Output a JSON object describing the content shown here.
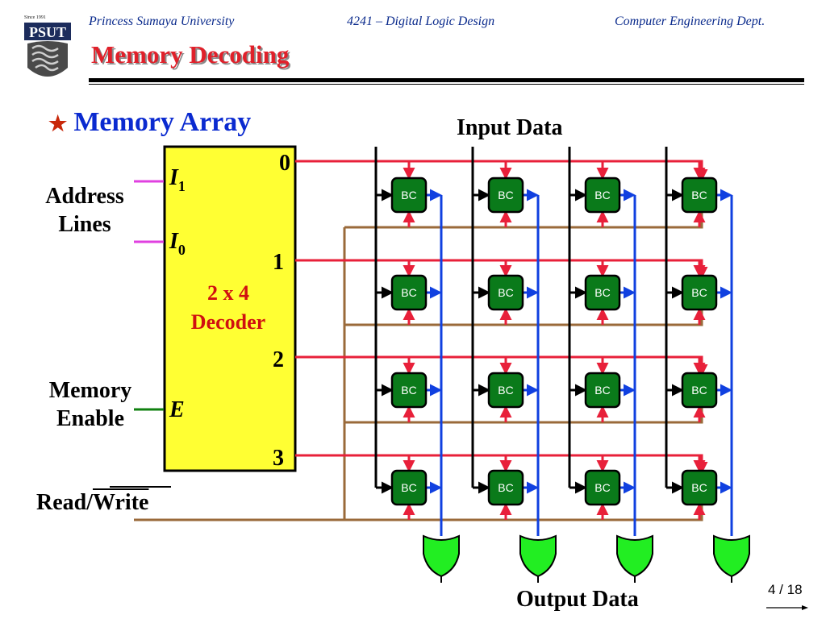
{
  "header": {
    "logo_since": "Since 1991",
    "logo_text": "PSUT",
    "university": "Princess Sumaya University",
    "course": "4241 – Digital Logic Design",
    "department": "Computer Engineering Dept."
  },
  "slide": {
    "title": "Memory Decoding",
    "bullet": "Memory Array"
  },
  "diagram": {
    "input_data_label": "Input Data",
    "output_data_label": "Output Data",
    "address_label": "Address",
    "lines_label": "Lines",
    "memory_label": "Memory",
    "enable_label": "Enable",
    "read_label": "Read/",
    "write_label": "Write",
    "decoder": {
      "line1": "2 x 4",
      "line2": "Decoder",
      "input_i1": "I",
      "input_i1_sub": "1",
      "input_i0": "I",
      "input_i0_sub": "0",
      "enable_input": "E",
      "outputs": [
        "0",
        "1",
        "2",
        "3"
      ]
    },
    "cell_label": "BC",
    "rows": 4,
    "columns": 4
  },
  "colors": {
    "header_text": "#0a2a8c",
    "title": "#e0202a",
    "decoder_fill": "#ffff33",
    "decoder_text": "#d01010",
    "word_line": "#e8203a",
    "read_write_line": "#9a6a3a",
    "data_in_line": "#000000",
    "data_out_line": "#1040e0",
    "cell_fill": "#0a7a1a",
    "or_gate_fill": "#22ee22",
    "address_line": "#e040e0",
    "enable_line": "#108010"
  },
  "footer": {
    "page": "4 / 18"
  }
}
